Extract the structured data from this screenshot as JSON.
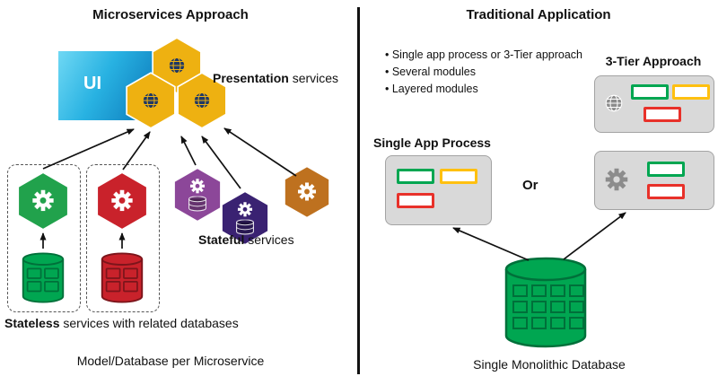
{
  "colors": {
    "gold": "#EEB111",
    "navy": "#1F3864",
    "green": "#21A24C",
    "red": "#C9222B",
    "purple": "#8C4799",
    "indigo": "#3A2272",
    "orange": "#BE711F",
    "db_green": "#00A651",
    "db_green_dark": "#00703A",
    "db_red": "#C9222B",
    "db_red_dark": "#7C151B",
    "gray_fill": "#D9D9D9",
    "gray_stroke": "#A3A3A3",
    "icon_gray": "#8C8C8C",
    "rect_green": "#00A651",
    "rect_yellow": "#FFC010",
    "rect_red": "#E8312A",
    "ui_light": "#6FD8F4",
    "ui_mid": "#28B2E2",
    "ui_dark": "#0B76B8",
    "ink": "#111111"
  },
  "left": {
    "title": "Microservices Approach",
    "ui_label": "UI",
    "presentation_bold": "Presentation",
    "presentation_rest": " services",
    "stateful_bold": "Stateful",
    "stateful_rest": " services",
    "stateless_bold": "Stateless",
    "stateless_rest": " services with related databases",
    "caption": "Model/Database per Microservice"
  },
  "right": {
    "title": "Traditional Application",
    "bullets": [
      "• Single app process or 3-Tier approach",
      "• Several modules",
      "• Layered modules"
    ],
    "three_tier_label": "3-Tier Approach",
    "single_app_label": "Single App Process",
    "or_label": "Or",
    "db_label": "Single Monolithic Database"
  },
  "icons": {
    "globe": "globe-icon",
    "gear": "gear-icon",
    "database": "database-cylinder-icon"
  }
}
